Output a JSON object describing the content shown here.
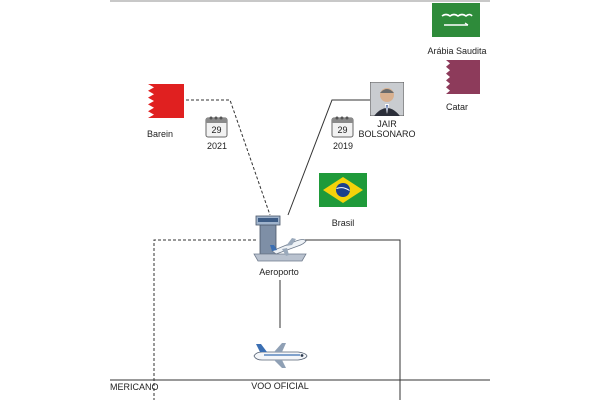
{
  "nodes": {
    "arabia_saudita": {
      "label": "Arábia Saudita",
      "flag_colors": [
        "#2e8b3a",
        "#ffffff"
      ]
    },
    "catar": {
      "label": "Catar",
      "flag_colors": [
        "#ffffff",
        "#8d3b5b"
      ]
    },
    "barein": {
      "label": "Barein",
      "flag_colors": [
        "#ffffff",
        "#e02020"
      ]
    },
    "calendar_2021": {
      "day": "29",
      "label": "2021"
    },
    "calendar_2019": {
      "day": "29",
      "label": "2019"
    },
    "jair_bolsonaro": {
      "label_line1": "JAIR",
      "label_line2": "BOLSONARO"
    },
    "brasil": {
      "label": "Brasil",
      "flag_colors": [
        "#1f9a3a",
        "#f5d20a",
        "#1d3f8c"
      ]
    },
    "aeroporto": {
      "label": "Aeroporto"
    },
    "voo_oficial": {
      "label": "VOO OFICIAL"
    },
    "americano": {
      "label": "MERICANO"
    }
  },
  "colors": {
    "line": "#333333",
    "background": "#ffffff"
  }
}
